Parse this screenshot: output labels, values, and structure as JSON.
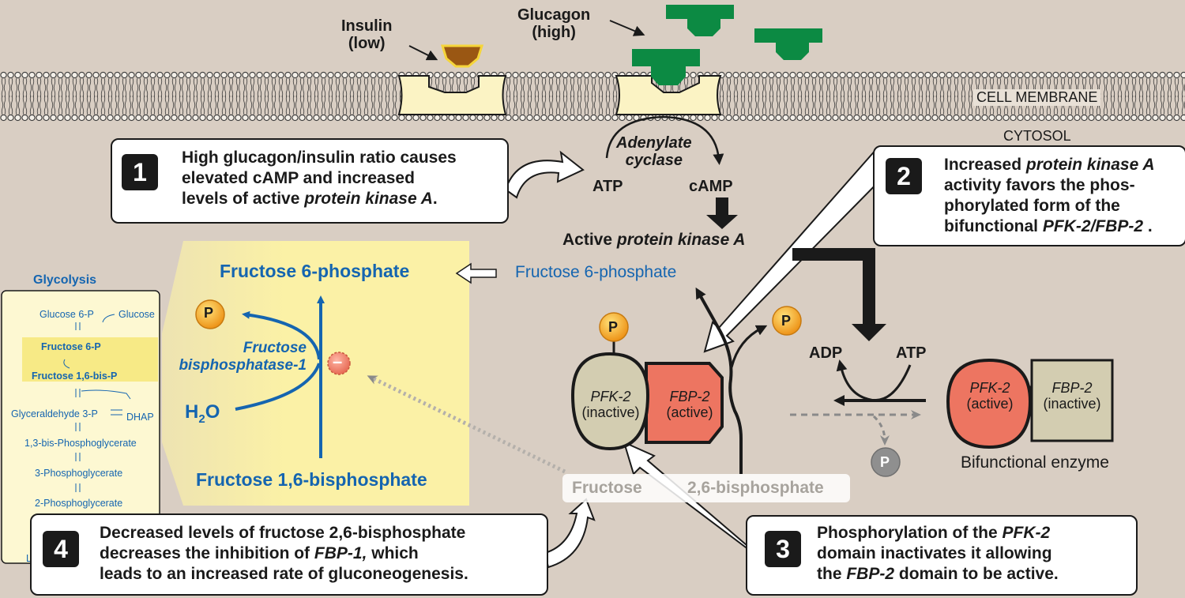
{
  "membrane": {
    "insulin_line1": "Insulin",
    "insulin_line2": "(low)",
    "glucagon_line1": "Glucagon",
    "glucagon_line2": "(high)",
    "cell_membrane": "CELL MEMBRANE",
    "cytosol": "CYTOSOL"
  },
  "enzyme_cascade": {
    "adenylate_1": "Adenylate",
    "adenylate_2": "cyclase",
    "atp": "ATP",
    "camp": "cAMP",
    "active_pka_prefix": "Active ",
    "active_pka_italic": "protein kinase A"
  },
  "step1": {
    "number": "1",
    "line1": "High glucagon/insulin ratio causes",
    "line2": "elevated cAMP and increased",
    "line3_prefix": "levels of active ",
    "line3_italic": "protein kinase A",
    "line3_suffix": "."
  },
  "step2": {
    "number": "2",
    "line1_prefix": "Increased ",
    "line1_italic": "protein kinase A",
    "line2": "activity favors the phos-",
    "line3": "phorylated form of the",
    "line4_prefix": "bifunctional ",
    "line4_italic": "PFK-2/FBP-2",
    "line4_suffix": " ."
  },
  "step3": {
    "number": "3",
    "line1_prefix": "Phosphorylation of the ",
    "line1_italic": "PFK-2",
    "line2": "domain inactivates it allowing",
    "line3_prefix": "the ",
    "line3_italic": "FBP-2",
    "line3_suffix": " domain to be active."
  },
  "step4": {
    "number": "4",
    "line1": "Decreased levels of fructose 2,6-bisphosphate",
    "line2_prefix": "decreases the  inhibition of ",
    "line2_italic": "FBP-1,",
    "line2_suffix": " which",
    "line3": "leads to an increased rate of gluconeogenesis."
  },
  "glycolysis_panel": {
    "title": "Glycolysis",
    "glucose6p": "Glucose 6-P",
    "glucose": "Glucose",
    "fructose6p": "Fructose 6-P",
    "fructose16bisp": "Fructose 1,6-bis-P",
    "g3p": "Glyceraldehyde 3-P",
    "dhap": "DHAP",
    "bpg13": "1,3-bis-Phosphoglycerate",
    "pg3": "3-Phosphoglycerate",
    "pg2": "2-Phosphoglycerate",
    "cut_letter": "L"
  },
  "zoom": {
    "fructose6p": "Fructose 6-phosphate",
    "fbpase_1": "Fructose",
    "fbpase_2": "bisphosphatase-1",
    "h2o_h": "H",
    "h2o_sub": "2",
    "h2o_o": "O",
    "fructose16bp": "Fructose 1,6-bisphosphate",
    "p": "P",
    "minus": "–"
  },
  "right_side": {
    "fructose6p": "Fructose 6-phosphate",
    "f26bp_1": "Fructose",
    "f26bp_2": "2,6-bisphosphate",
    "adp": "ADP",
    "atp": "ATP",
    "p": "P",
    "pfk2": "PFK-2",
    "inactive": "(inactive)",
    "fbp2": "FBP-2",
    "active": "(active)",
    "bifunctional": "Bifunctional enzyme"
  },
  "colors": {
    "background": "#d9cec3",
    "blue_text": "#1565b0",
    "green_glucagon": "#0c8a43",
    "insulin_brown": "#9a5713",
    "pfk_tan": "#d3cdb1",
    "fbp_salmon": "#ed7561",
    "phosphate_orange": "#f2a122",
    "zoom_yellow": "#fbf1a6"
  }
}
